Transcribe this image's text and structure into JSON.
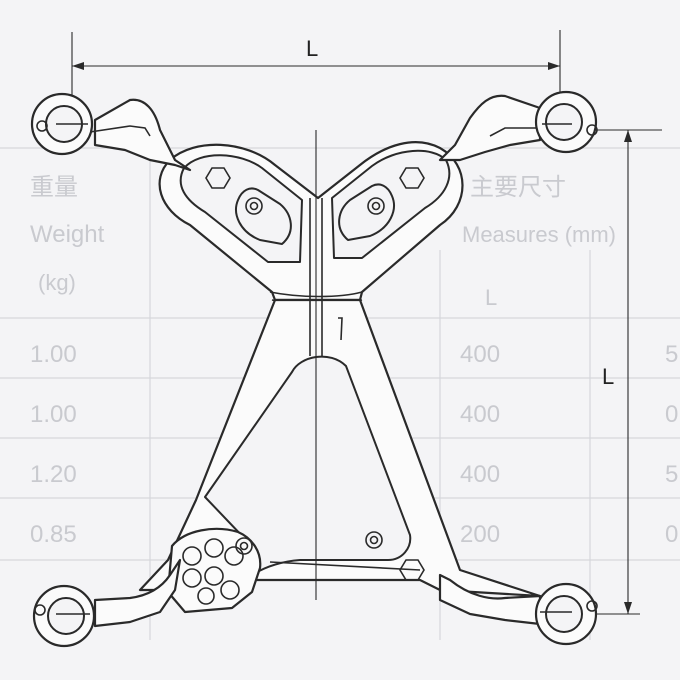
{
  "diagram": {
    "dimension_labels": {
      "horizontal": "L",
      "vertical": "L"
    },
    "background_table": {
      "header_cn_left": "重量",
      "header_cn_right": "主要尺寸",
      "header_en_left": "Weight",
      "header_en_right": "Measures (mm)",
      "unit_left": "(kg)",
      "col_label": "L",
      "rows": [
        {
          "weight": "1.00",
          "length": "400",
          "code": "5"
        },
        {
          "weight": "1.00",
          "length": "400",
          "code": "0"
        },
        {
          "weight": "1.20",
          "length": "400",
          "code": "5"
        },
        {
          "weight": "0.85",
          "length": "200",
          "code": "0"
        }
      ]
    }
  }
}
